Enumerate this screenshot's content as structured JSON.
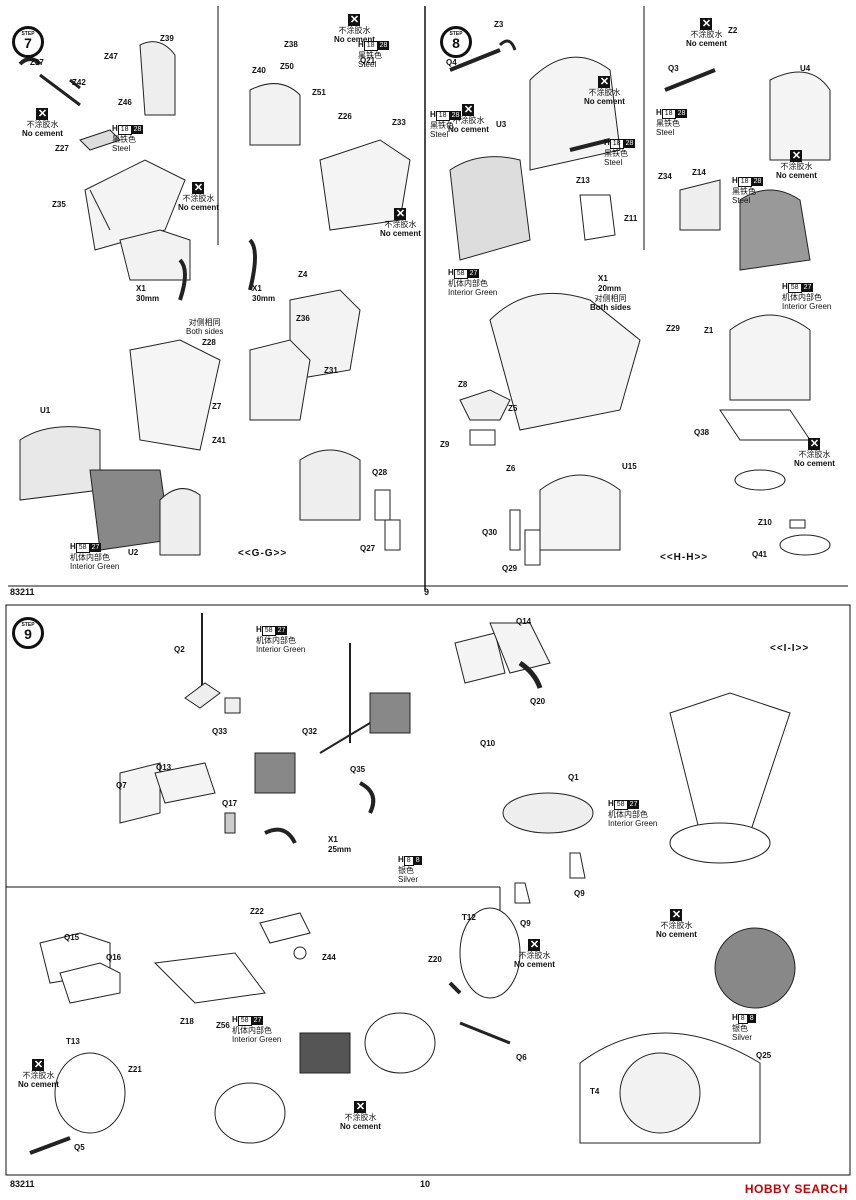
{
  "page9": {
    "catalog_no": "83211",
    "page_no": "9",
    "step7": {
      "step_word": "STEP",
      "step_no": "7",
      "section_name": "<<G-G>>"
    },
    "step8": {
      "step_word": "STEP",
      "step_no": "8",
      "section_name": "<<H-H>>"
    },
    "labels_g": [
      "Z39",
      "Z47",
      "Z37",
      "Z42",
      "Z46",
      "Z27",
      "Z35",
      "X1",
      "30mm",
      "Z40",
      "Z50",
      "Z51",
      "Z38",
      "Q21",
      "Z26",
      "Z33",
      "X1",
      "30mm",
      "Z4",
      "Z36",
      "Z31",
      "Z28",
      "Z7",
      "Z41",
      "U1",
      "U2",
      "Q28",
      "Q27"
    ],
    "labels_h": [
      "Z3",
      "Q4",
      "U3",
      "Z13",
      "Z11",
      "X1",
      "20mm",
      "Z8",
      "Z5",
      "Z9",
      "Z6",
      "U15",
      "Q30",
      "Q29",
      "Z2",
      "Q3",
      "U4",
      "Z34",
      "Z14",
      "Z29",
      "Z1",
      "Q38",
      "Z10",
      "Q41"
    ],
    "both_sides_cn": "对侧相同",
    "both_sides_en": "Both sides",
    "no_cement_cn": "不涂胶水",
    "no_cement_en": "No cement",
    "paint_steel": {
      "code": "H",
      "num1": "18",
      "num2": "28",
      "cn": "黑铁色",
      "en": "Steel"
    },
    "paint_green": {
      "code": "H",
      "num1": "58",
      "num2": "27",
      "cn": "机体内部色",
      "en": "Interior Green"
    }
  },
  "page10": {
    "catalog_no": "83211",
    "page_no": "10",
    "step9": {
      "step_word": "STEP",
      "step_no": "9",
      "section_name": "<<I-I>>"
    },
    "labels_top": [
      "Q2",
      "Q33",
      "Q32",
      "Q35",
      "X1",
      "25mm",
      "Q7",
      "Q13",
      "Q17",
      "Q14",
      "Q20",
      "Q10",
      "Q1",
      "Q9",
      "Q9"
    ],
    "labels_bottom": [
      "Q15",
      "Q16",
      "Z22",
      "Z44",
      "Z18",
      "Z56",
      "T12",
      "Z20",
      "Q6",
      "T13",
      "Z21",
      "Q5",
      "T4",
      "Q25"
    ],
    "paint_silver": {
      "code": "H",
      "num1": "8",
      "num2": "8",
      "cn": "银色",
      "en": "Silver"
    },
    "paint_green": {
      "code": "H",
      "num1": "58",
      "num2": "27",
      "cn": "机体内部色",
      "en": "Interior Green"
    },
    "no_cement_cn": "不涂胶水",
    "no_cement_en": "No cement"
  },
  "watermark": "HOBBY SEARCH"
}
